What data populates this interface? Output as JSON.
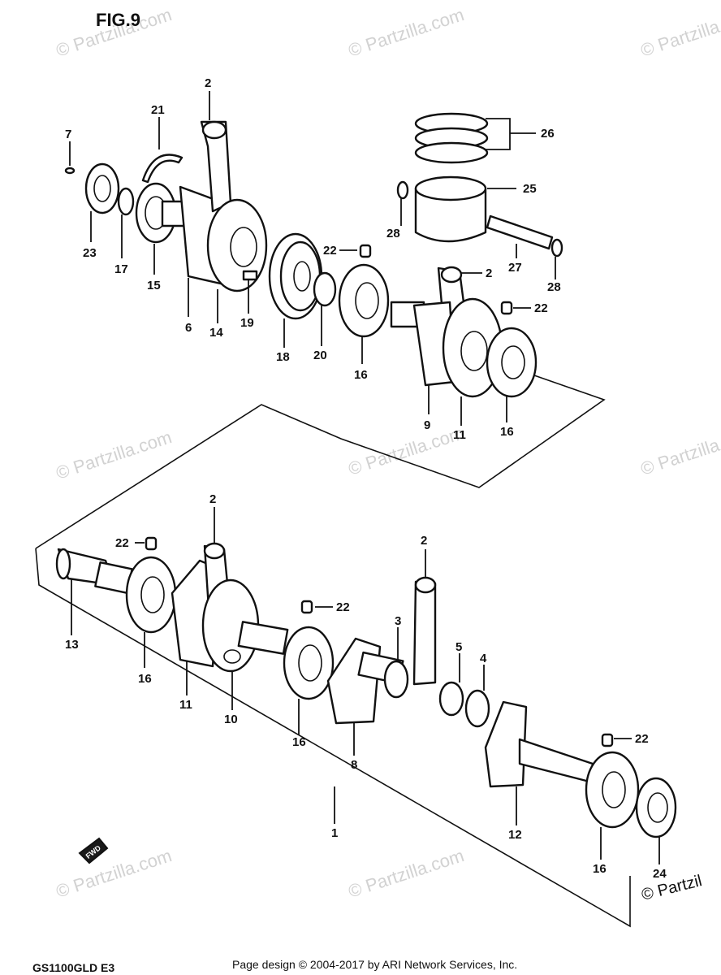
{
  "title": "FIG.9",
  "model": "GS1100GLD E3",
  "credit": "Page design © 2004-2017 by ARI Network Services, Inc.",
  "watermark": "© Partzilla.com",
  "watermark_edge": "© Partzil",
  "forward_arrow": "FWD",
  "callouts": {
    "c2a": "2",
    "c21": "21",
    "c7": "7",
    "c23": "23",
    "c17": "17",
    "c15": "15",
    "c6": "6",
    "c14": "14",
    "c19": "19",
    "c18": "18",
    "c20": "20",
    "c22a": "22",
    "c16a": "16",
    "c26": "26",
    "c25": "25",
    "c28a": "28",
    "c27": "27",
    "c28b": "28",
    "c2b": "2",
    "c22b": "22",
    "c9": "9",
    "c11a": "11",
    "c16b": "16",
    "c2c": "2",
    "c22c": "22",
    "c13": "13",
    "c16c": "16",
    "c11b": "11",
    "c10": "10",
    "c22d": "22",
    "c16d": "16",
    "c8": "8",
    "c2d": "2",
    "c3": "3",
    "c5": "5",
    "c4": "4",
    "c22e": "22",
    "c12": "12",
    "c1": "1",
    "c16e": "16",
    "c24": "24"
  }
}
